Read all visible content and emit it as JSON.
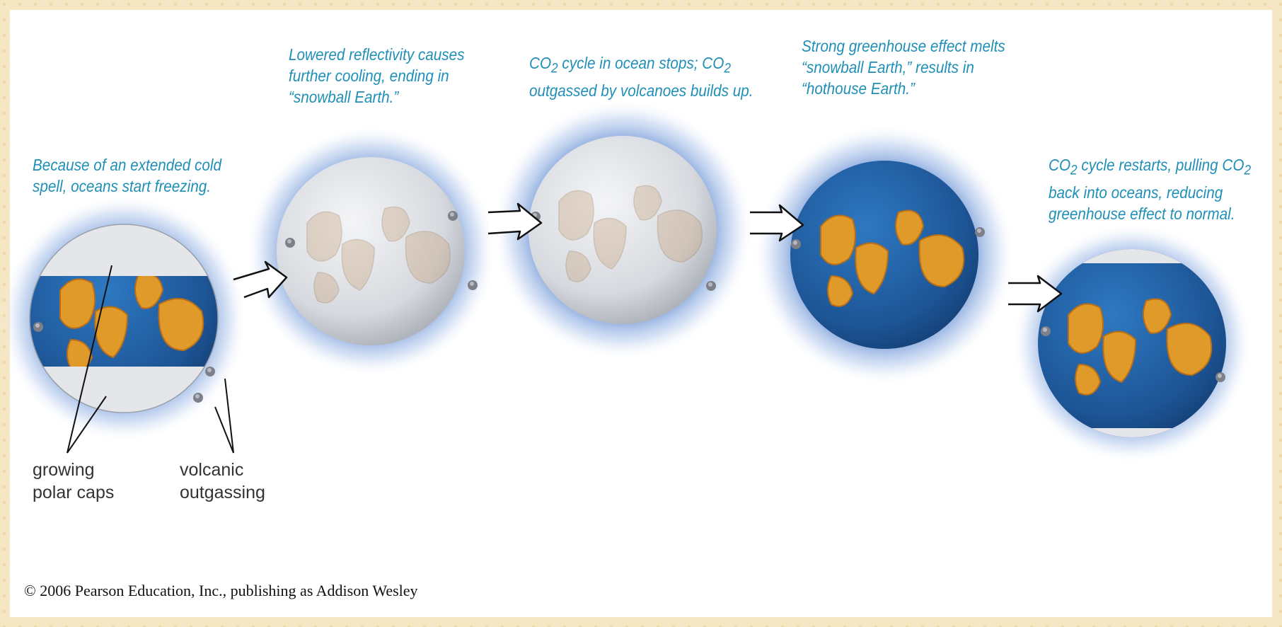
{
  "stages": [
    {
      "id": "stage1",
      "caption": "Because of an extended cold\nspell, oceans start freezing.",
      "state": "partly-frozen"
    },
    {
      "id": "stage2",
      "caption": "Lowered reflectivity causes\nfurther cooling, ending in\n“snowball Earth.”",
      "state": "snowball"
    },
    {
      "id": "stage3",
      "caption_parts": [
        "CO",
        "2",
        " cycle in ocean stops; CO",
        "2",
        "\noutgassed by volcanoes builds up."
      ],
      "state": "snowball"
    },
    {
      "id": "stage4",
      "caption": "Strong greenhouse effect melts\n“snowball Earth,” results in\n“hothouse Earth.”",
      "state": "hothouse"
    },
    {
      "id": "stage5",
      "caption_parts": [
        "CO",
        "2",
        " cycle restarts, pulling CO",
        "2",
        "\nback into oceans, reducing\ngreenhouse effect to normal."
      ],
      "state": "normal"
    }
  ],
  "labels": {
    "polar_caps": "growing\npolar caps",
    "volcanic": "volcanic\noutgassing"
  },
  "copyright": "© 2006 Pearson Education, Inc., publishing as Addison Wesley",
  "colors": {
    "caption": "#1f8fb8",
    "ocean": "#1f5fa8",
    "ice": "#e6e8ec",
    "land": "#e09a2a",
    "halo": "#8fb0e0"
  }
}
